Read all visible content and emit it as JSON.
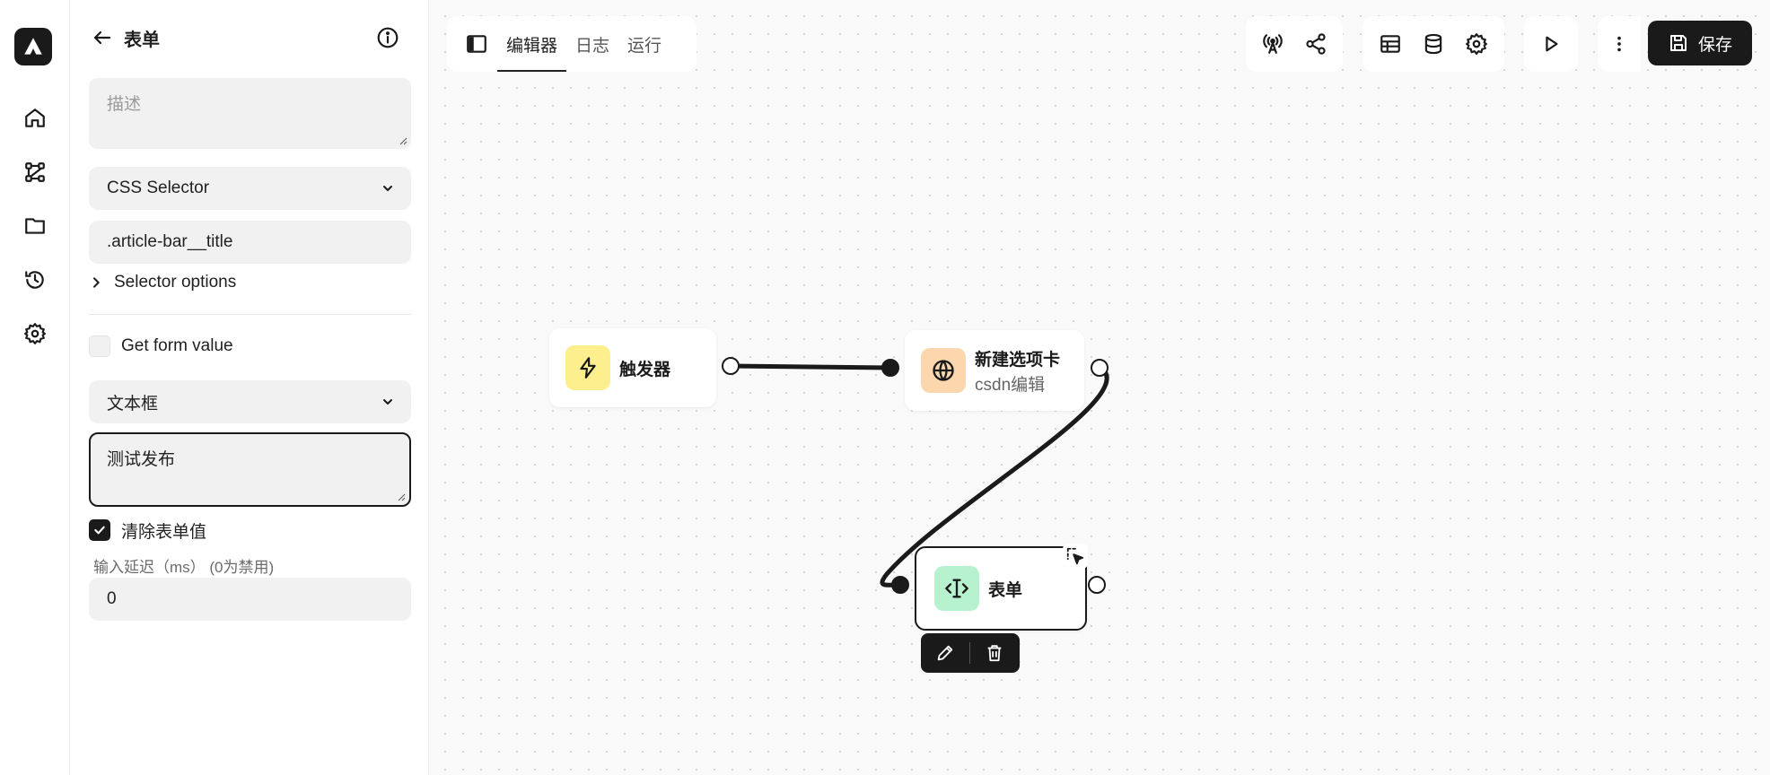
{
  "panel": {
    "title": "表单",
    "description_placeholder": "描述",
    "selector_type": "CSS Selector",
    "selector_value": ".article-bar__title",
    "selector_options_label": "Selector options",
    "get_form_value_label": "Get form value",
    "form_type": "文本框",
    "text_value": "测试发布",
    "clear_form_label": "清除表单值",
    "input_delay_label": "输入延迟（ms） (0为禁用)",
    "input_delay_value": "0"
  },
  "toolbar": {
    "tabs": [
      {
        "label": "编辑器",
        "active": true
      },
      {
        "label": "日志",
        "active": false
      },
      {
        "label": "运行",
        "active": false
      }
    ],
    "save_label": "保存"
  },
  "nodes": {
    "trigger": {
      "title": "触发器",
      "icon": "lightning-icon",
      "color": "#fdef8e"
    },
    "new_tab": {
      "title": "新建选项卡",
      "subtitle": "csdn编辑",
      "icon": "globe-icon",
      "color": "#fcd6ad"
    },
    "forms": {
      "title": "表单",
      "icon": "text-cursor-icon",
      "color": "#b7f2cf"
    }
  },
  "colors": {
    "accent": "#1a1a1a",
    "canvas_bg": "#f9f9f9",
    "field_bg": "#f1f1f1"
  }
}
